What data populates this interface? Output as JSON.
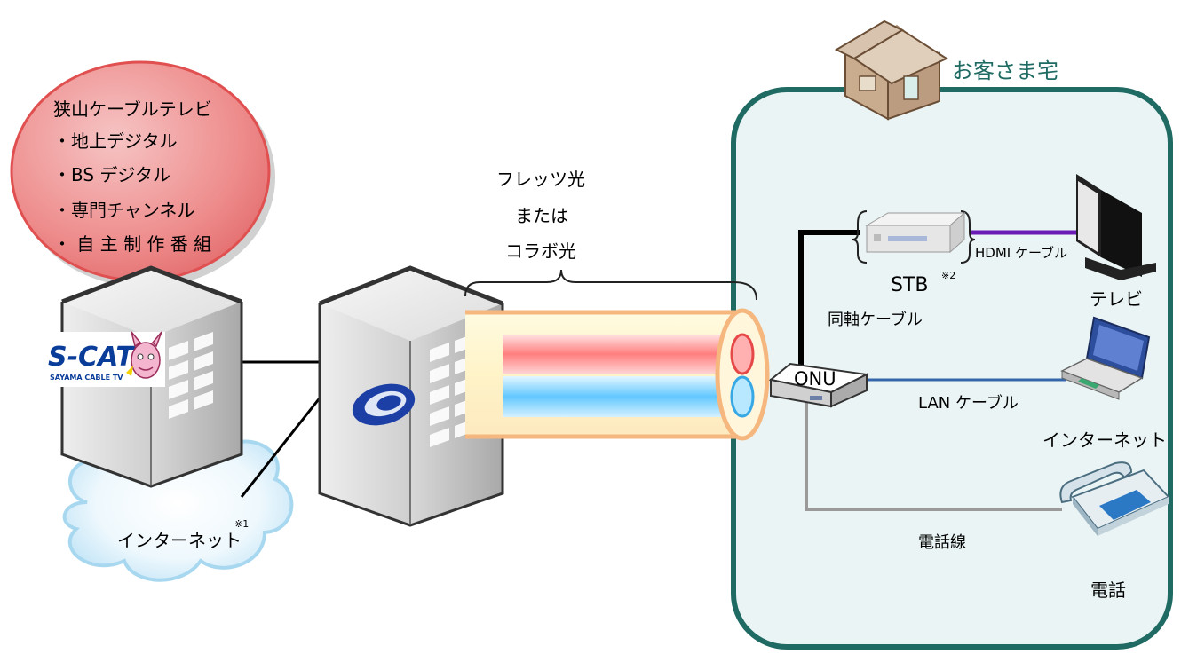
{
  "broadcaster": {
    "name": "狭山ケーブルテレビ",
    "services": [
      "・地上デジタル",
      "・BS デジタル",
      "・専門チャンネル",
      "・ 自 主 制 作 番 組"
    ]
  },
  "logo": {
    "text": "S-CAT",
    "subtext": "SAYAMA CABLE TV"
  },
  "internet_cloud": {
    "label": "インターネット",
    "note": "※1"
  },
  "fiber": {
    "line1": "フレッツ光",
    "line2": "または",
    "line3": "コラボ光"
  },
  "home": {
    "title": "お客さま宅",
    "onu": "ONU",
    "stb": "STB",
    "stb_note": "※2",
    "tv": "テレビ",
    "laptop_label": "インターネット",
    "phone_label": "電話"
  },
  "cables": {
    "coax": "同軸ケーブル",
    "hdmi": "HDMI ケーブル",
    "lan": "LAN ケーブル",
    "phone": "電話線"
  },
  "colors": {
    "home_border": "#1f6b63",
    "home_fill": "#eaf4f4",
    "bubble_fill": "#ec7f80",
    "hdmi": "#6a1bb3",
    "lan": "#3366aa",
    "phone_line": "#9a9a9a",
    "fiber_red": "#ff8a8a",
    "fiber_blue": "#7fd2ff",
    "fiber_outer": "#f5b77e"
  }
}
